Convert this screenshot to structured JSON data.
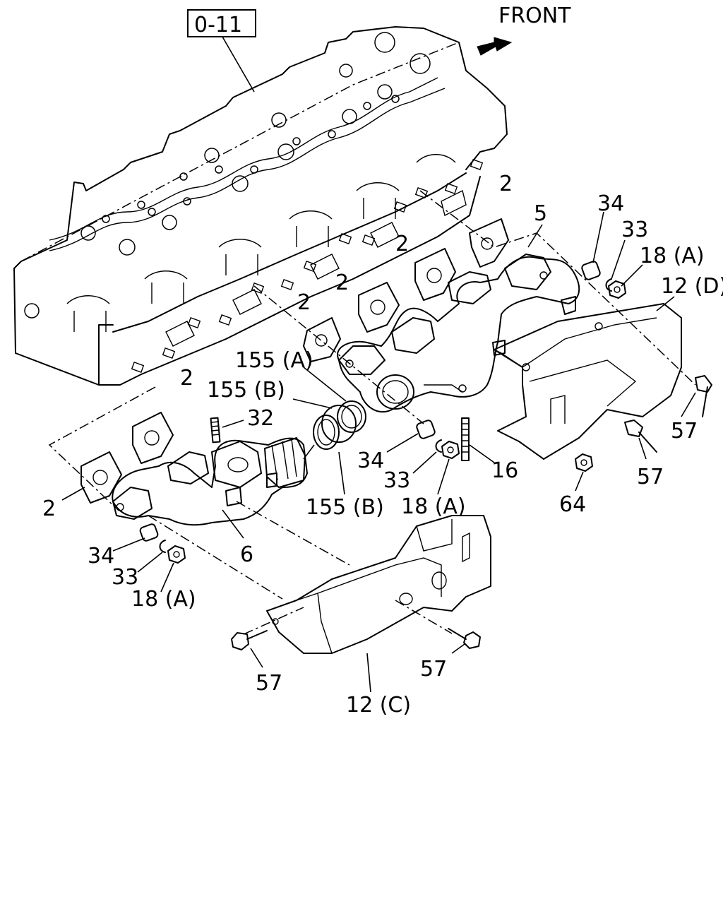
{
  "reference_box": "0-11",
  "direction_label": "FRONT",
  "labels": {
    "gasket_a": "2",
    "gasket_b": "2",
    "gasket_c": "2",
    "gasket_d": "2",
    "gasket_e": "2",
    "gasket_f": "2",
    "manifold_rear": "5",
    "manifold_front": "6",
    "sleeve_top": "34",
    "sleeve_mid": "34",
    "sleeve_low": "34",
    "washer_top": "33",
    "washer_mid": "33",
    "washer_low": "33",
    "nut_top": "18 (A)",
    "nut_mid": "18 (A)",
    "nut_low": "18 (A)",
    "cover_d": "12 (D)",
    "cover_c": "12 (C)",
    "bolt_a": "57",
    "bolt_b": "57",
    "bolt_c": "57",
    "bolt_d": "57",
    "stud_16": "16",
    "stud_32": "32",
    "nut_64": "64",
    "ring_155a": "155 (A)",
    "ring_155b_top": "155 (B)",
    "ring_155b_low": "155 (B)"
  }
}
